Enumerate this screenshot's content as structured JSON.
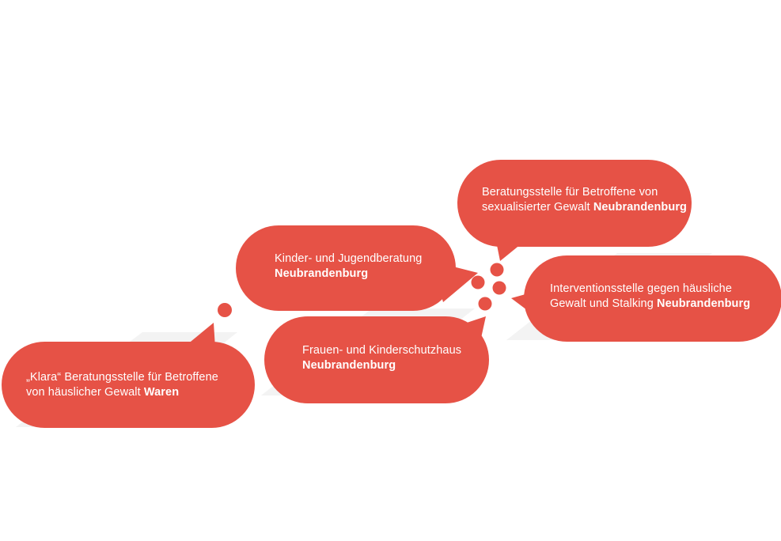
{
  "colors": {
    "bubble": "#E65246",
    "shadow": "#F1F1F1",
    "text": "#FFFFFF"
  },
  "bubbles": [
    {
      "id": "klara",
      "line1": "„Klara“ Beratungsstelle für Betroffene",
      "line2_prefix": "von häuslicher Gewalt ",
      "line2_bold": "Waren"
    },
    {
      "id": "kinder-jugend",
      "line1": "Kinder- und Jugendberatung",
      "line2_prefix": "",
      "line2_bold": "Neubrandenburg"
    },
    {
      "id": "frauen-kinderschutz",
      "line1": "Frauen- und Kinderschutzhaus",
      "line2_prefix": "",
      "line2_bold": "Neubrandenburg"
    },
    {
      "id": "sexualisierte-gewalt",
      "line1": "Beratungsstelle für Betroffene von",
      "line2_prefix": "sexualisierter Gewalt ",
      "line2_bold": "Neubrandenburg"
    },
    {
      "id": "interventionsstelle",
      "line1": "Interventionsstelle gegen häusliche",
      "line2_prefix": "Gewalt und Stalking ",
      "line2_bold": "Neubrandenburg"
    }
  ]
}
